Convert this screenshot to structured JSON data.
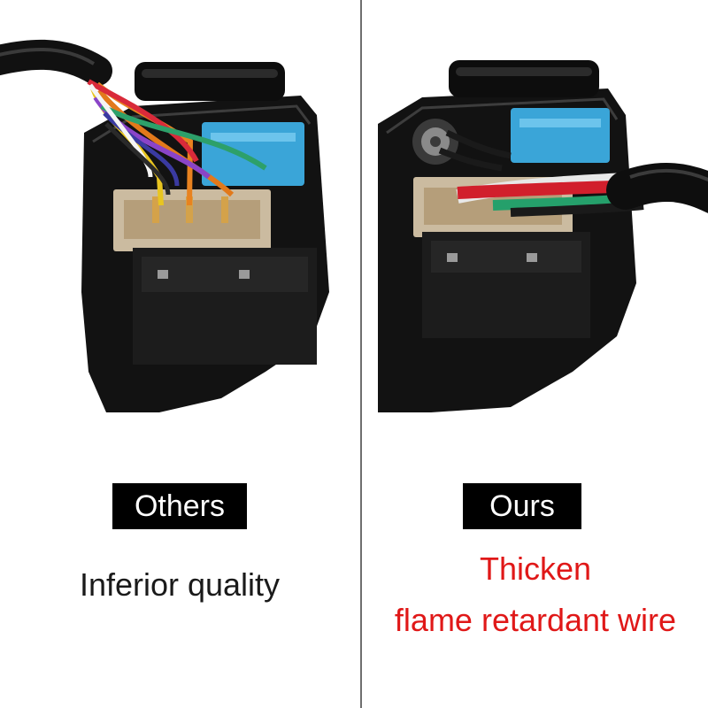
{
  "left_panel": {
    "tag": "Others",
    "caption": "Inferior quality"
  },
  "right_panel": {
    "tag": "Ours",
    "caption_line1": "Thicken",
    "caption_line2": "flame retardant wire"
  },
  "colors": {
    "tag_background": "#000000",
    "tag_text": "#ffffff",
    "left_caption": "#1a1a1a",
    "right_caption": "#e01818",
    "divider": "#6f6f6f"
  }
}
